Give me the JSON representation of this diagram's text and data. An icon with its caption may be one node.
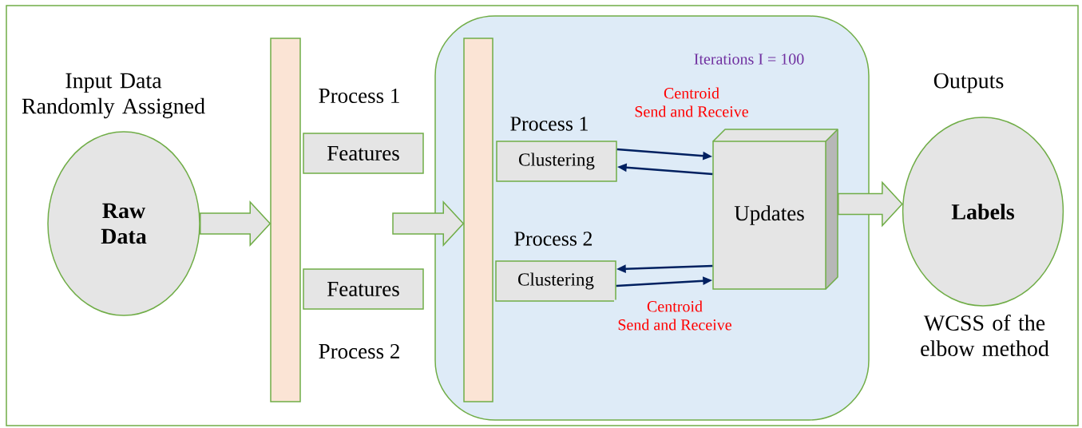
{
  "diagram": {
    "nodes": [
      {
        "text": [
          "Raw Data"
        ],
        "beside": [
          "Input Data Randomly Assigned"
        ]
      },
      {
        "text": [],
        "shape": "bar"
      },
      {
        "text": [
          "Features"
        ]
      },
      {
        "text": [
          "Features"
        ]
      },
      {
        "text": [
          "Iterations I = 100"
        ]
      },
      {
        "text": [],
        "shape": "bar",
        "in": 4
      },
      {
        "text": [
          "Clustering"
        ],
        "beside": [
          "Process 1"
        ],
        "in": 4
      },
      {
        "text": [
          "Clustering"
        ],
        "beside": [
          "Process 2"
        ],
        "in": 4
      },
      {
        "text": [
          "Updates"
        ],
        "in": 4
      },
      {
        "text": [
          "Labels"
        ],
        "beside": [
          "Outputs",
          "WCSS of the elbow method"
        ]
      }
    ],
    "edges": [
      {
        "from": 0,
        "to": 1,
        "arrow": "to",
        "style": "thick",
        "color": "#70ad47"
      },
      {
        "from": null,
        "to": 5,
        "arrow": "to",
        "style": "thick",
        "color": "#70ad47"
      },
      {
        "from": 6,
        "to": 8,
        "arrow": "to",
        "label": "Centroid Send and Receive"
      },
      {
        "from": 8,
        "to": 6,
        "arrow": "to"
      },
      {
        "from": 8,
        "to": 7,
        "arrow": "to"
      },
      {
        "from": 7,
        "to": 8,
        "arrow": "to",
        "label": "Centroid Send and Receive"
      },
      {
        "from": 8,
        "to": 9,
        "arrow": "to",
        "style": "thick",
        "color": "#70ad47"
      }
    ],
    "labels": [
      "Process 1",
      "Process 2"
    ]
  }
}
